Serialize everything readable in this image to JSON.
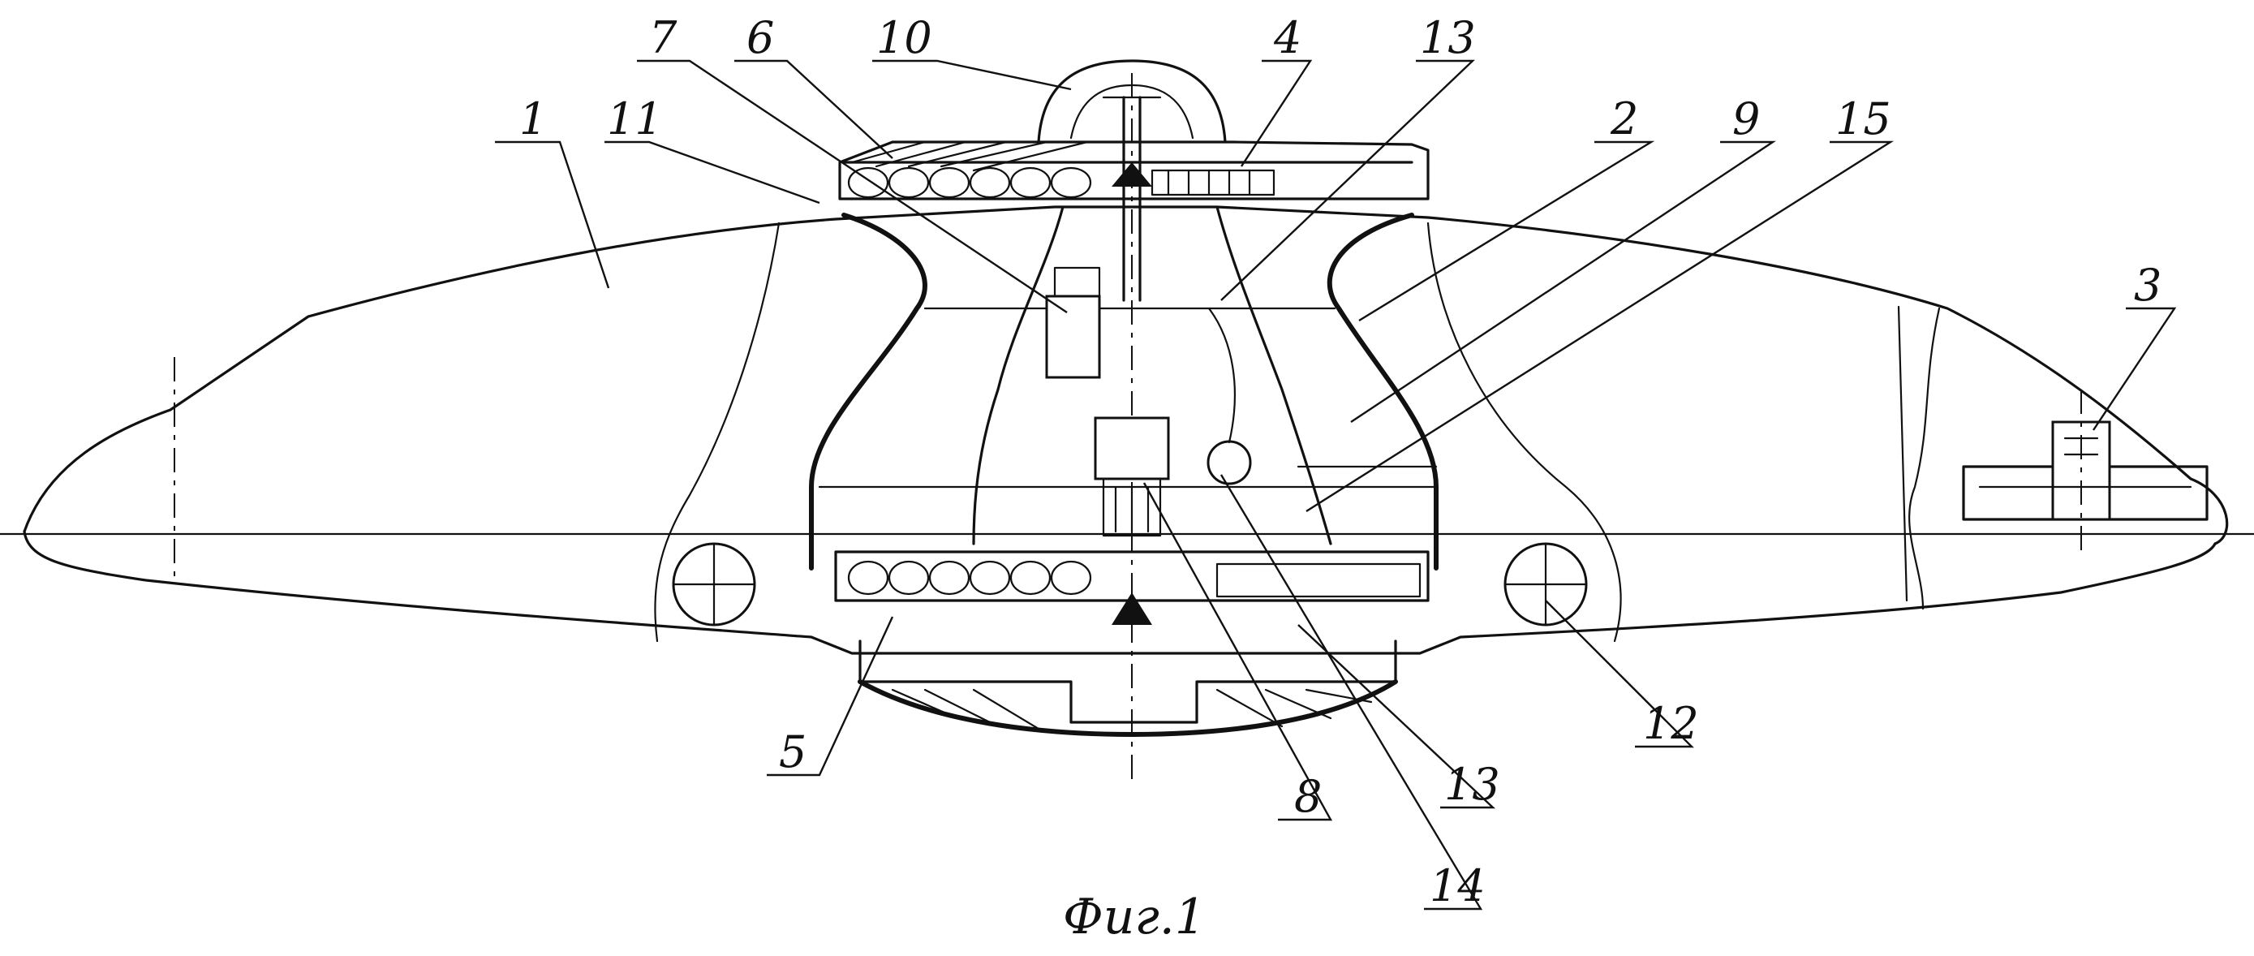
{
  "figure": {
    "caption": "Фиг.1",
    "callouts": [
      {
        "id": "1",
        "label": "1"
      },
      {
        "id": "11",
        "label": "11"
      },
      {
        "id": "7",
        "label": "7"
      },
      {
        "id": "6",
        "label": "6"
      },
      {
        "id": "10",
        "label": "10"
      },
      {
        "id": "4",
        "label": "4"
      },
      {
        "id": "13a",
        "label": "13"
      },
      {
        "id": "2",
        "label": "2"
      },
      {
        "id": "9",
        "label": "9"
      },
      {
        "id": "15",
        "label": "15"
      },
      {
        "id": "3",
        "label": "3"
      },
      {
        "id": "5",
        "label": "5"
      },
      {
        "id": "8",
        "label": "8"
      },
      {
        "id": "14",
        "label": "14"
      },
      {
        "id": "13b",
        "label": "13"
      },
      {
        "id": "12",
        "label": "12"
      }
    ]
  }
}
